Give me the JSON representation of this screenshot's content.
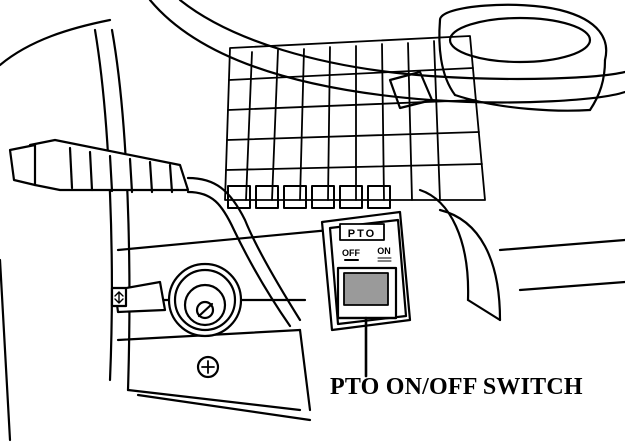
{
  "callout": {
    "label": "PTO ON/OFF SWITCH"
  },
  "switch_panel": {
    "title": "PTO",
    "off_label": "OFF",
    "on_label": "ON"
  },
  "colors": {
    "line": "#000000",
    "fill": "#ffffff",
    "rocker": "#9a9a9a"
  }
}
